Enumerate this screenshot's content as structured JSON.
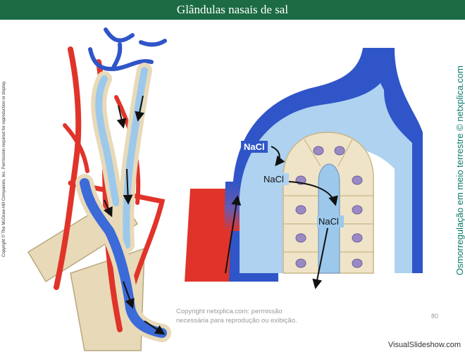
{
  "title": "Glândulas nasais de sal",
  "copyright_vertical": "Copyright © The McGraw-Hill Companies, Inc. Permission required for reproduction or display.",
  "side_text": "Osmorregulação em meio terrestre © netxplica.com",
  "labels": {
    "nacl_1": "NaCl",
    "nacl_2": "NaCl",
    "nacl_3": "NaCl"
  },
  "footer_note": "Copyright netxplica.com: permissão necessária para reprodução ou exibição.",
  "page_number": "80",
  "watermark": "VisualSlideshow.com",
  "colors": {
    "title_bar": "#1c6b44",
    "artery": "#e0342a",
    "vein": "#2f55c8",
    "lumen": "#9cc8ec",
    "cell": "#efe4c8",
    "nucleus": "#9a8ac4"
  }
}
